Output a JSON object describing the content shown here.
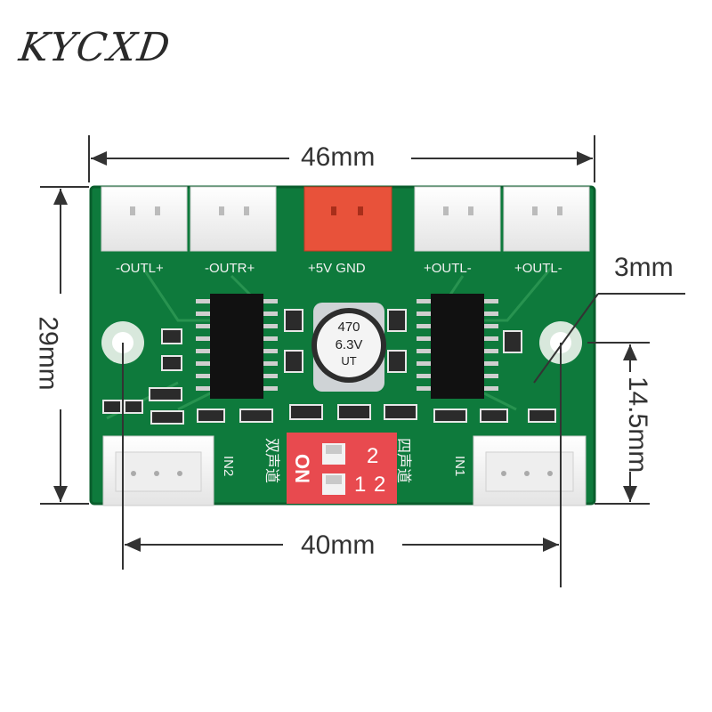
{
  "brand": {
    "logo_text": "KYCXD"
  },
  "dimensions": {
    "width": "46mm",
    "height": "29mm",
    "hole_spacing": "40mm",
    "hole_diameter": "3mm",
    "hole_offset": "14.5mm"
  },
  "board": {
    "color": "#0e7a3c",
    "connectors_top": [
      {
        "label": "-OUTL+"
      },
      {
        "label": "-OUTR+"
      },
      {
        "label": "+5V GND",
        "color": "#e8523a"
      },
      {
        "label": "+OUTL-"
      },
      {
        "label": "+OUTL-"
      }
    ],
    "input_left": "IN2",
    "input_right": "IN1",
    "capacitor": {
      "line1": "470",
      "line2": "6.3V",
      "line3": "UT"
    },
    "dip_switch": {
      "on_label": "ON",
      "num1": "1",
      "num2": "2",
      "num3": "2",
      "color": "#e84a4f"
    },
    "mode_left": "双声道",
    "mode_right": "四声道"
  }
}
